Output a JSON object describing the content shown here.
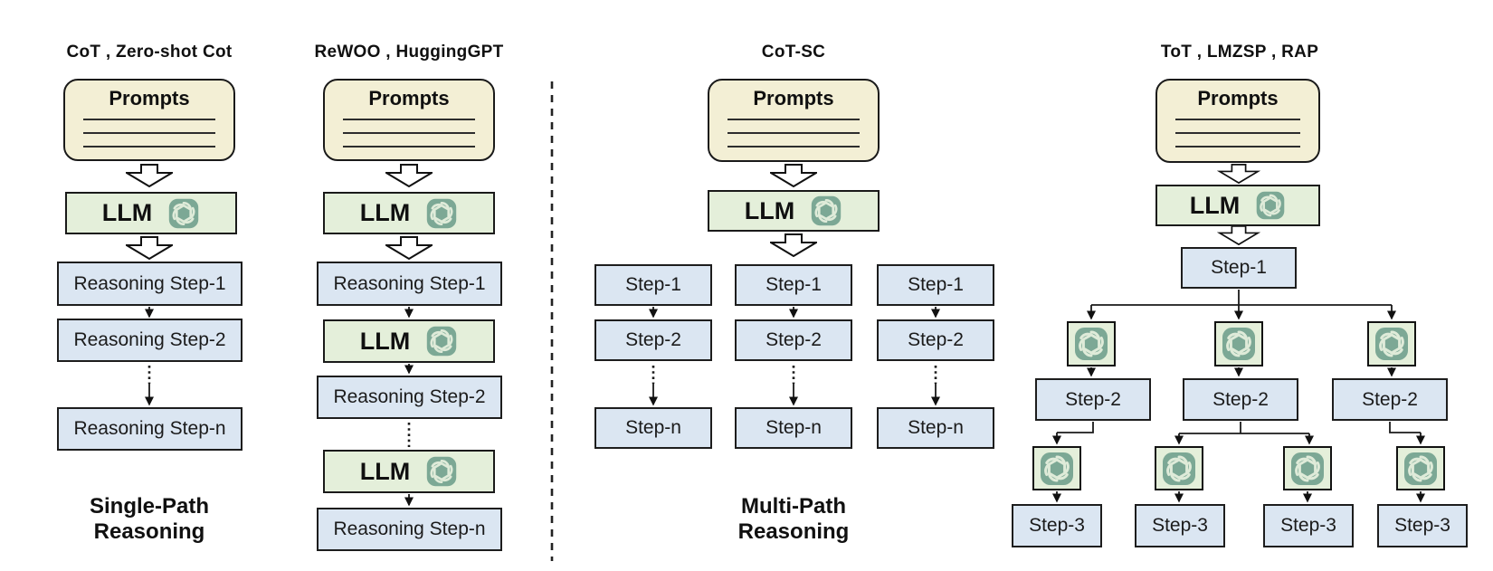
{
  "figure": {
    "left_half_caption": "Single-Path Reasoning",
    "right_half_caption": "Multi-Path Reasoning"
  },
  "sections": {
    "cot": {
      "header": "CoT , Zero-shot Cot",
      "caption": "Single-Path Reasoning"
    },
    "rewoo": {
      "header": "ReWOO , HuggingGPT"
    },
    "cotsc": {
      "header": "CoT-SC",
      "caption": "Multi-Path Reasoning"
    },
    "tot": {
      "header": "ToT , LMZSP , RAP"
    }
  },
  "labels": {
    "prompts": "Prompts",
    "llm": "LLM",
    "reasoning_step_1": "Reasoning Step-1",
    "reasoning_step_2": "Reasoning Step-2",
    "reasoning_step_n": "Reasoning Step-n",
    "step_1": "Step-1",
    "step_2": "Step-2",
    "step_3": "Step-3",
    "step_n": "Step-n"
  },
  "icons": {
    "openai": "openai-knot-icon",
    "down_block_arrow": "down-block-arrow-icon"
  },
  "colors": {
    "prompts_fill": "#F3EFD5",
    "llm_fill": "#E4EFDA",
    "step_fill": "#DBE6F2",
    "logo_teal": "#7CA895",
    "line": "#1A1A1A",
    "background": "#FFFFFF"
  }
}
